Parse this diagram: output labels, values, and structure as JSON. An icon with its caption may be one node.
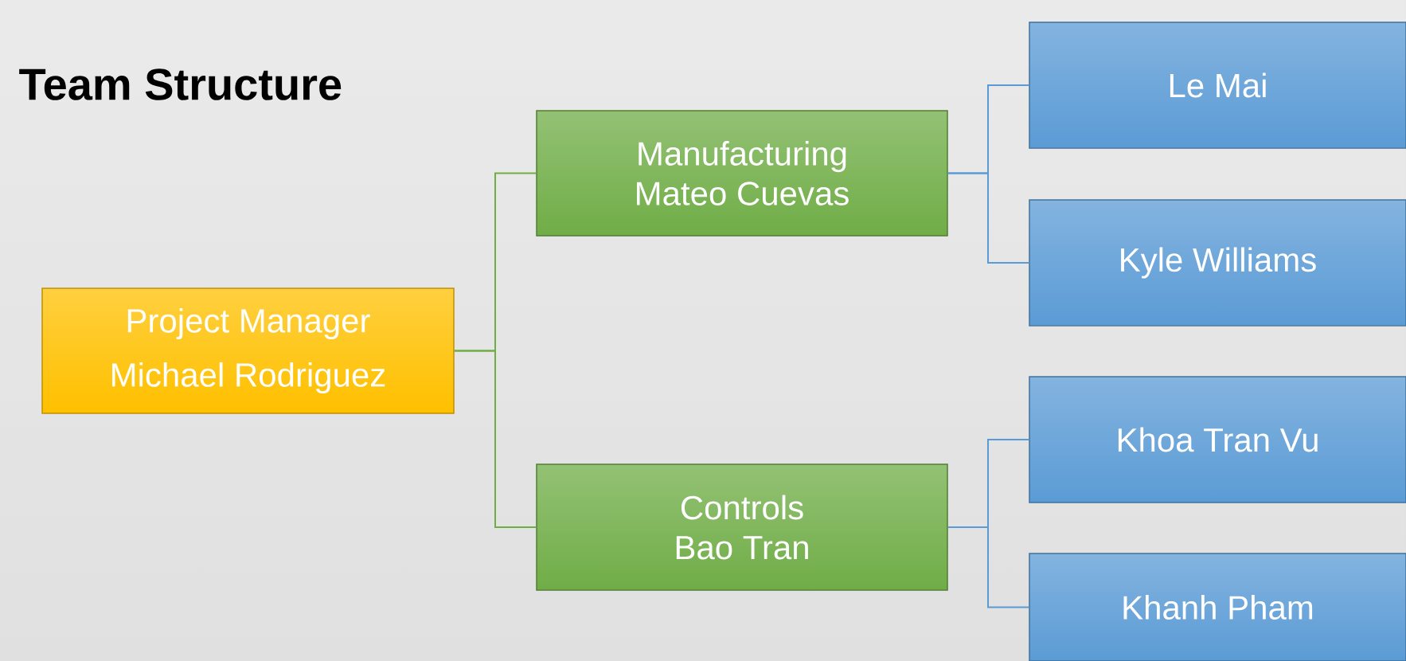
{
  "diagram": {
    "title": "Team Structure",
    "nodes": [
      {
        "text": [
          "Project Manager",
          "Michael Rodriguez"
        ]
      },
      {
        "text": [
          "Manufacturing",
          "Mateo Cuevas"
        ]
      },
      {
        "text": [
          "Controls",
          "Bao Tran"
        ]
      },
      {
        "text": [
          "Le Mai"
        ]
      },
      {
        "text": [
          "Kyle Williams"
        ]
      },
      {
        "text": [
          "Khoa Tran Vu"
        ]
      },
      {
        "text": [
          "Khanh Pham"
        ]
      }
    ],
    "edges": [
      {
        "from": 0,
        "to": 1,
        "arrow": "none",
        "color": "#70ad47"
      },
      {
        "from": 0,
        "to": 2,
        "arrow": "none",
        "color": "#70ad47"
      },
      {
        "from": 1,
        "to": 3,
        "arrow": "none"
      },
      {
        "from": 1,
        "to": 4,
        "arrow": "none"
      },
      {
        "from": 2,
        "to": 5,
        "arrow": "none"
      },
      {
        "from": 2,
        "to": 6,
        "arrow": "none"
      }
    ]
  }
}
